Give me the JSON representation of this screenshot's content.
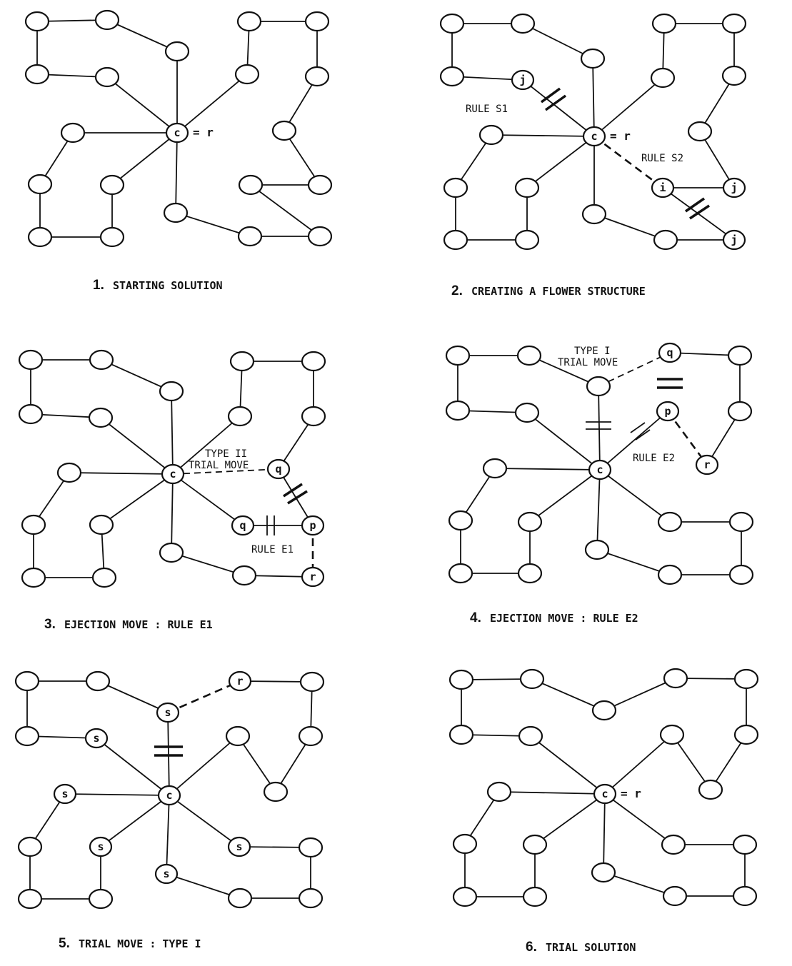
{
  "panels": [
    {
      "id": "p1",
      "number": "1.",
      "caption": "STARTING SOLUTION",
      "center_label": "c",
      "center_suffix": "= r"
    },
    {
      "id": "p2",
      "number": "2.",
      "caption": "CREATING A FLOWER STRUCTURE",
      "center_label": "c",
      "center_suffix": "= r",
      "rule_s1": "RULE S1",
      "rule_s2": "RULE S2",
      "node_j1": "j",
      "node_i": "i",
      "node_j2": "j",
      "node_j3": "j"
    },
    {
      "id": "p3",
      "number": "3.",
      "caption": "EJECTION MOVE : RULE E1",
      "center_label": "c",
      "trial_line1": "TYPE II",
      "trial_line2": "TRIAL MOVE",
      "rule": "RULE E1",
      "node_q1": "q",
      "node_q2": "q",
      "node_p": "p",
      "node_r": "r"
    },
    {
      "id": "p4",
      "number": "4.",
      "caption": "EJECTION MOVE : RULE E2",
      "center_label": "c",
      "trial_line1": "TYPE I",
      "trial_line2": "TRIAL MOVE",
      "rule": "RULE E2",
      "node_q": "q",
      "node_p": "p",
      "node_r": "r"
    },
    {
      "id": "p5",
      "number": "5.",
      "caption": "TRIAL MOVE : TYPE I",
      "center_label": "c",
      "node_s1": "s",
      "node_s2": "s",
      "node_s3": "s",
      "node_s4": "s",
      "node_s5": "s",
      "node_s6": "s",
      "node_r": "r"
    },
    {
      "id": "p6",
      "number": "6.",
      "caption": "TRIAL SOLUTION",
      "center_label": "c",
      "center_suffix": "= r"
    }
  ]
}
